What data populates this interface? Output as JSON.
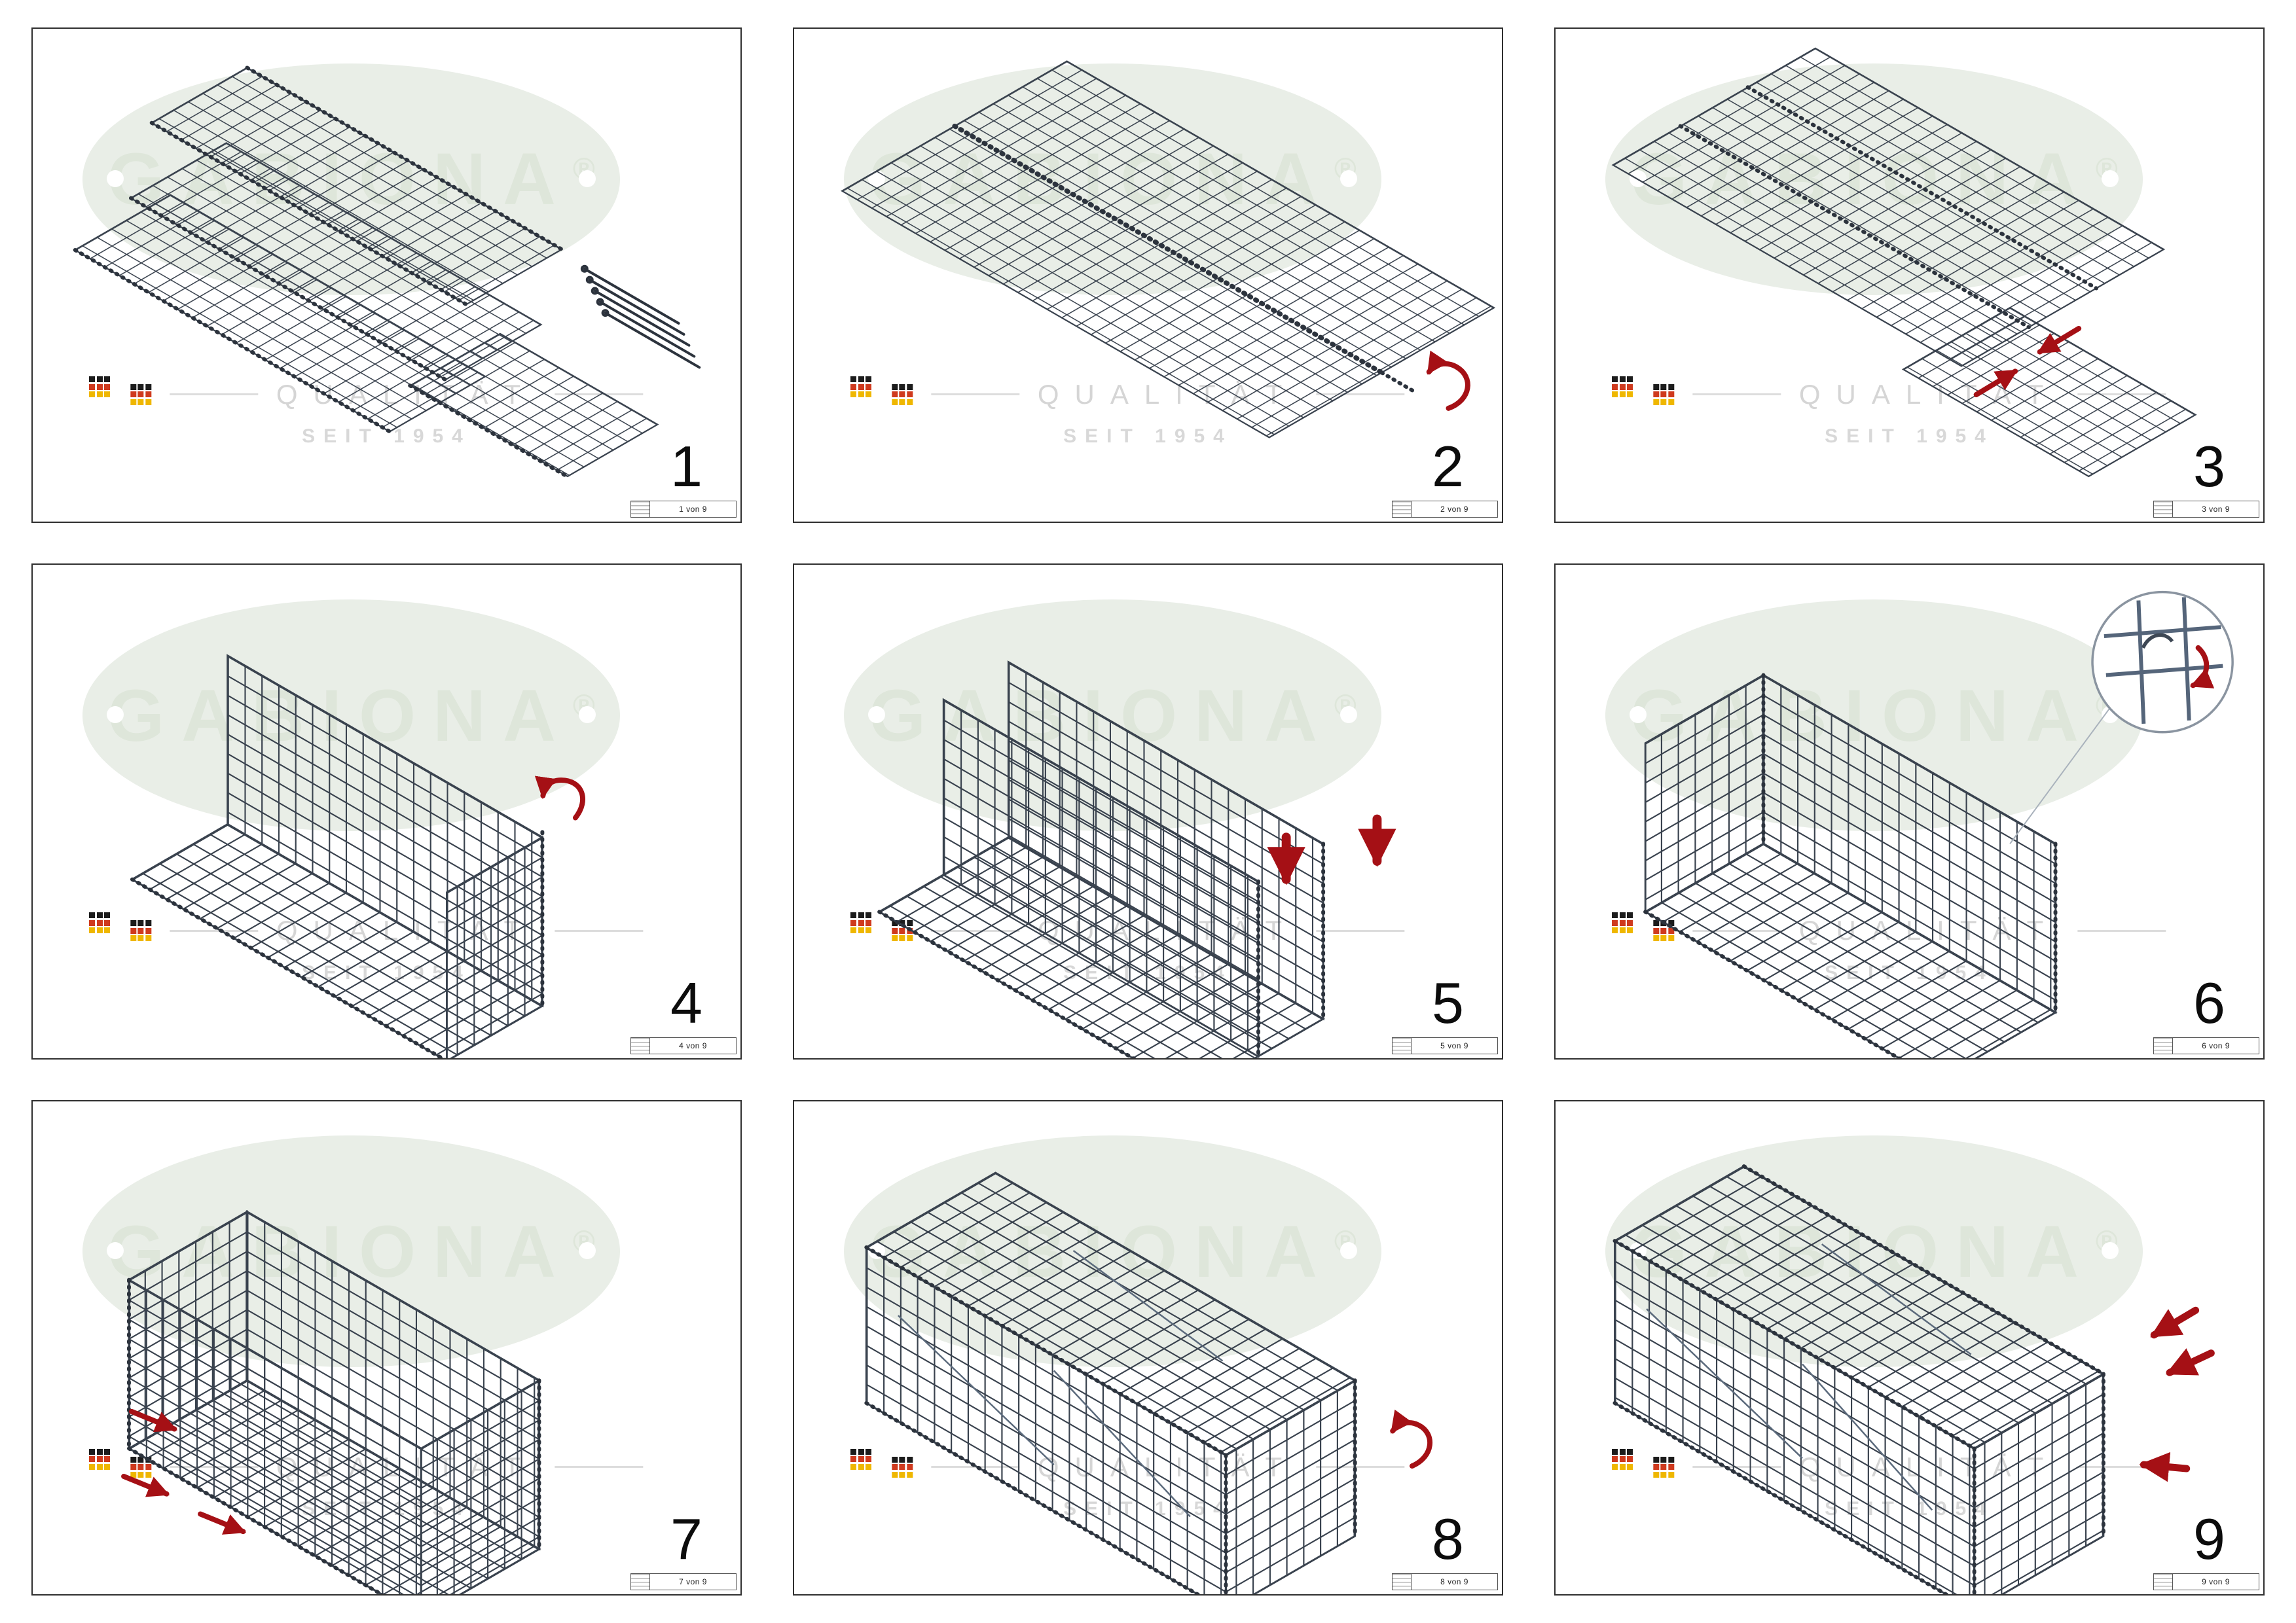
{
  "watermark": {
    "brand": "GABIONA",
    "registered": "®",
    "line1": "QUALITÄT",
    "line2": "SEIT 1954",
    "flag_colors": [
      "#1c1c1c",
      "#cf3a1e",
      "#efb700"
    ]
  },
  "colors": {
    "mesh_wire": "#39424e",
    "spiral_wire": "#2c333d",
    "arrow_red": "#a51015",
    "watermark_ellipse": "#e9eee7",
    "watermark_text": "#d5d5d5",
    "panel_border": "#2f2f2f"
  },
  "steps": [
    {
      "number": "1",
      "caption": "1 von 9"
    },
    {
      "number": "2",
      "caption": "2 von 9"
    },
    {
      "number": "3",
      "caption": "3 von 9"
    },
    {
      "number": "4",
      "caption": "4 von 9"
    },
    {
      "number": "5",
      "caption": "5 von 9"
    },
    {
      "number": "6",
      "caption": "6 von 9"
    },
    {
      "number": "7",
      "caption": "7 von 9"
    },
    {
      "number": "8",
      "caption": "8 von 9"
    },
    {
      "number": "9",
      "caption": "9 von 9"
    }
  ]
}
